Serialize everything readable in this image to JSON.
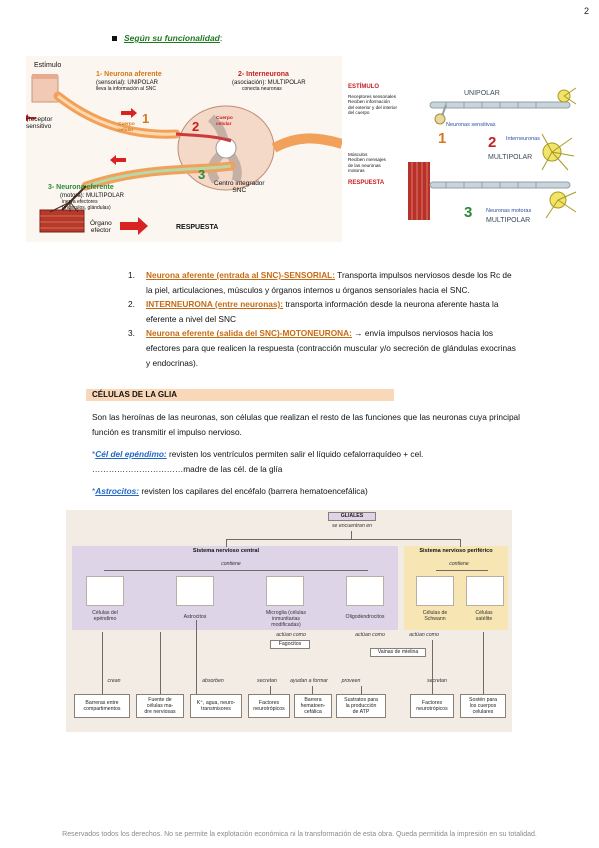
{
  "page_number": "2",
  "section_heading": "Según su funcionalidad",
  "figure_left": {
    "estimulo": "Estímulo",
    "afferent_title": "1- Neurona aferente",
    "afferent_sub": "(sensorial): UNIPOLAR",
    "afferent_desc": "lleva la información al SNC",
    "inter_title": "2- Interneurona",
    "inter_sub": "(asociación): MULTIPOLAR",
    "inter_desc": "conecta neuronas",
    "receptor": "Receptor\nsensitivo",
    "cuerpo_celular_1": "Cuerpo\ncelular",
    "cuerpo_celular_2": "Cuerpo\ncelular",
    "num1": "1",
    "num2": "2",
    "num3": "3",
    "efferent_title": "3- Neurona eferente",
    "efferent_sub": "(motora): MULTIPOLAR",
    "efferent_desc": "inerva efectores\n(músculos, glándulas)",
    "centro": "Centro integrador\nSNC",
    "organo": "Órgano\nefector",
    "respuesta": "RESPUESTA"
  },
  "figure_right": {
    "estimulo": "ESTÍMULO",
    "receptores": "Receptores sensoriales\nReciben información\ndel exterior y del interior\ndel cuerpo",
    "unipolar": "UNIPOLAR",
    "sensitivas": "Neuronas sensitivas",
    "num1": "1",
    "num2": "2",
    "num3": "3",
    "interneuronas": "Interneuronas",
    "multipolar_1": "MULTIPOLAR",
    "musculos": "Músculos\nReciben mensajes\nde las neuronas\nmotoras",
    "respuesta": "RESPUESTA",
    "motoras": "Neuronas motoras",
    "multipolar_2": "MULTIPOLAR"
  },
  "list": [
    {
      "n": "1.",
      "key": "Neurona aferente (entrada al SNC)-SENSORIAL:",
      "text": " Transporta impulsos nerviosos desde los Rc de la piel, articulaciones, músculos y órganos internos u órganos sensoriales hacia el SNC."
    },
    {
      "n": "2.",
      "key": "INTERNEURONA (entre neuronas):",
      "text": " transporta información desde la neurona aferente  hasta la eferente a nivel del SNC"
    },
    {
      "n": "3.",
      "key": "Neurona eferente (salida del SNC)-MOTONEURONA:",
      "text": " → envía impulsos nerviosos hacia los efectores para que realicen la respuesta (contracción muscular y/o secreción de glándulas exocrinas y endocrinas)."
    }
  ],
  "glia_title": "CÉLULAS DE LA GLIA",
  "glia_intro": "Son las heroínas de las neuronas, son células que realizan el resto de las funciones que las neuronas cuya principal función es transmitir el impulso nervioso.",
  "ependimo": {
    "ast": "*",
    "key": "Cél del epéndimo:",
    "text": " revisten los ventrículos permiten salir el líquido cefalorraquídeo + cel.",
    "line2": "……………………………madre de las cél. de la glía"
  },
  "astrocitos": {
    "ast": "*",
    "key": "Astrocitos:",
    "text": " revisten los capilares del encéfalo (barrera hematoencefálica)"
  },
  "glia_diagram": {
    "top": "GLIALES",
    "se_encuentran": "se encuentran en",
    "snc": "Sistema nervioso central",
    "snp": "Sistema nervioso periférico",
    "contiene_1": "contiene",
    "contiene_2": "contiene",
    "cells": [
      "Células del\nepéndimo",
      "Astrocitos",
      "Microglia (células\ninmunitarias\nmodificadas)",
      "Oligodendrocitos",
      "Células de\nSchwann",
      "Células\nsatélite"
    ],
    "actuan_como_1": "actúan como",
    "fagocitos": "Fagocitos",
    "actuan_como_2": "actúan como",
    "actuan_como_3": "actúan como",
    "vainas": "Vainas de mielina",
    "crean": "crean",
    "absorben": "absorben",
    "secretan_1": "secretan",
    "ayudan": "ayudan a formar",
    "proveen": "proveen",
    "secretan_2": "secretan",
    "bottom": [
      "Barreras entre\ncompartimentos",
      "Fuente de\ncélulas ma-\ndre nerviosas",
      "K⁺, agua, neuro-\ntransmisores",
      "Factores\nneurotrópicos",
      "Barrera\nhematoen-\ncefálica",
      "Sustratos para\nla producción\nde ATP",
      "Factores\nneurotrópicos",
      "Sostén para\nlos cuerpos\ncelulares"
    ]
  },
  "footer": "Reservados todos los derechos. No se permite la explotación económica ni la transformación de esta obra. Queda permitida la impresión en su totalidad."
}
